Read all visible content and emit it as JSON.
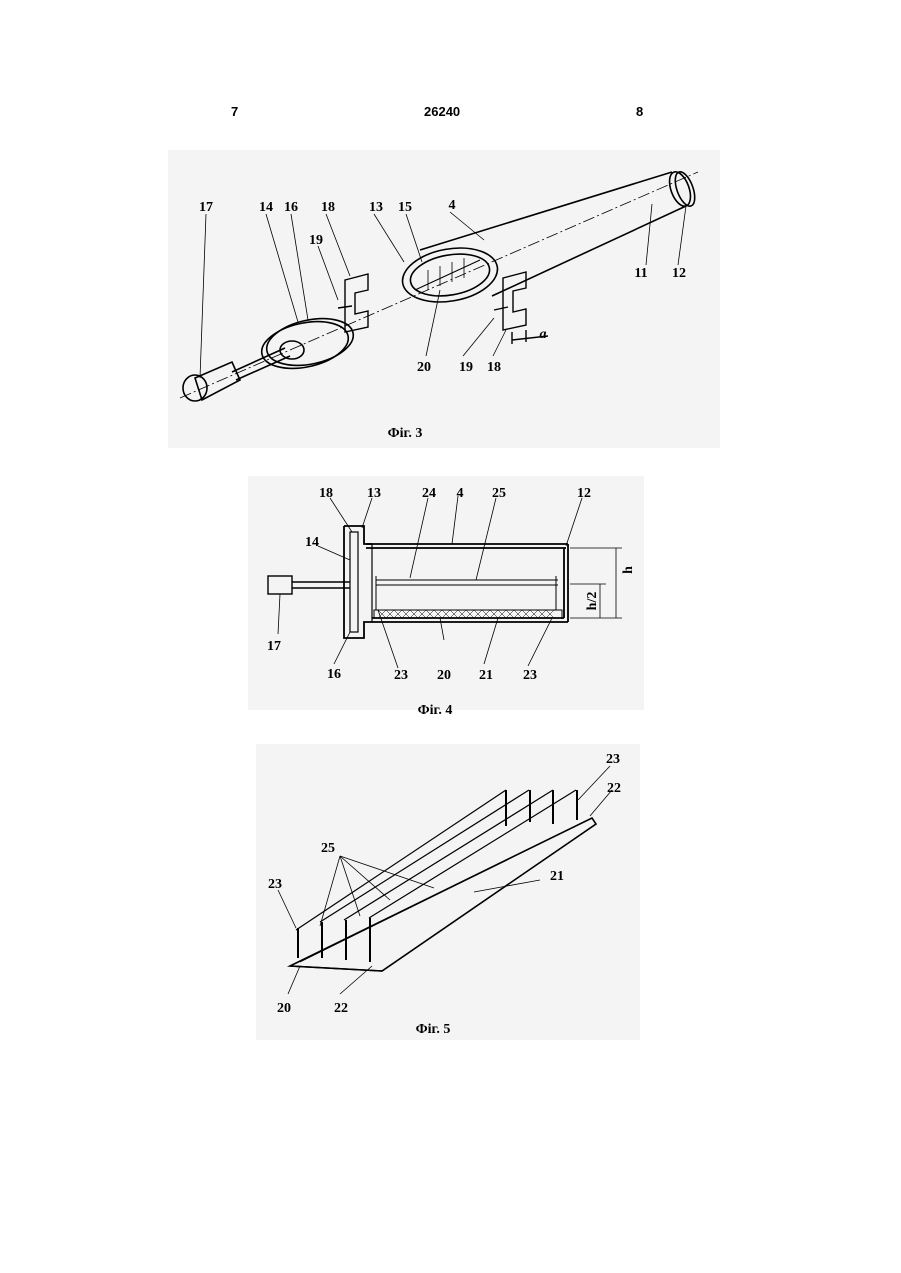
{
  "header": {
    "left_page": "7",
    "patent_number": "26240",
    "right_page": "8"
  },
  "figures": [
    {
      "caption": "Фiг. 3",
      "labels": [
        "17",
        "14",
        "16",
        "18",
        "19",
        "13",
        "15",
        "4",
        "11",
        "12",
        "20",
        "19",
        "18",
        "a"
      ]
    },
    {
      "caption": "Фiг. 4",
      "labels": [
        "18",
        "13",
        "24",
        "4",
        "25",
        "12",
        "14",
        "17",
        "16",
        "23",
        "20",
        "21",
        "23",
        "h",
        "h/2"
      ]
    },
    {
      "caption": "Фiг. 5",
      "labels": [
        "23",
        "22",
        "25",
        "21",
        "23",
        "20",
        "22"
      ]
    }
  ]
}
